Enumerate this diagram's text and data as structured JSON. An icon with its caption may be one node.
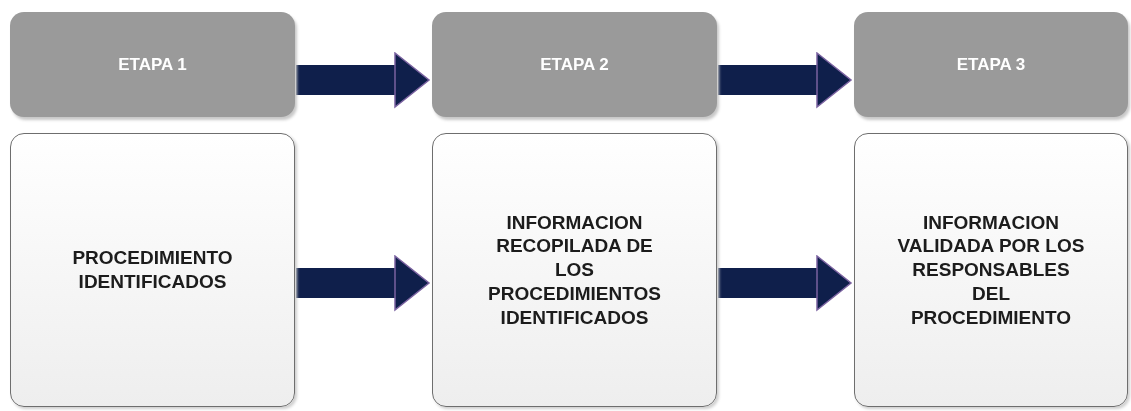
{
  "diagram": {
    "nodes": [
      {
        "text": [
          "ETAPA 1"
        ]
      },
      {
        "text": [
          "PROCEDIMIENTO IDENTIFICADOS"
        ]
      },
      {
        "text": [
          "ETAPA 2"
        ]
      },
      {
        "text": [
          "INFORMACION RECOPILADA DE LOS PROCEDIMIENTOS IDENTIFICADOS"
        ]
      },
      {
        "text": [
          "ETAPA 3"
        ]
      },
      {
        "text": [
          "INFORMACION VALIDADA POR LOS RESPONSABLES DEL PROCEDIMIENTO"
        ]
      }
    ],
    "edges": [
      {
        "from": 0,
        "to": 2,
        "arrow": "to"
      },
      {
        "from": 2,
        "to": 4,
        "arrow": "to"
      },
      {
        "from": 1,
        "to": 3,
        "arrow": "to"
      },
      {
        "from": 3,
        "to": 5,
        "arrow": "to"
      }
    ]
  }
}
